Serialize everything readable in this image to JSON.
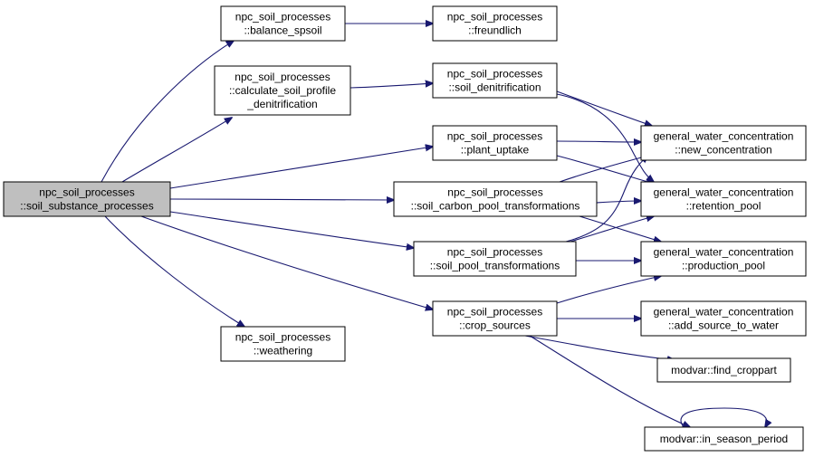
{
  "graph": {
    "colors": {
      "edge": "#191970",
      "root_fill": "#bfbfbf",
      "node_fill": "#ffffff",
      "border": "#000000"
    },
    "nodes": {
      "root": {
        "lines": [
          "npc_soil_processes",
          "::soil_substance_processes"
        ]
      },
      "balance_spsoil": {
        "lines": [
          "npc_soil_processes",
          "::balance_spsoil"
        ]
      },
      "freundlich": {
        "lines": [
          "npc_soil_processes",
          "::freundlich"
        ]
      },
      "calc_denit": {
        "lines": [
          "npc_soil_processes",
          "::calculate_soil_profile",
          "_denitrification"
        ]
      },
      "soil_denit": {
        "lines": [
          "npc_soil_processes",
          "::soil_denitrification"
        ]
      },
      "plant_uptake": {
        "lines": [
          "npc_soil_processes",
          "::plant_uptake"
        ]
      },
      "carbon_pool": {
        "lines": [
          "npc_soil_processes",
          "::soil_carbon_pool_transformations"
        ]
      },
      "pool_trans": {
        "lines": [
          "npc_soil_processes",
          "::soil_pool_transformations"
        ]
      },
      "crop_sources": {
        "lines": [
          "npc_soil_processes",
          "::crop_sources"
        ]
      },
      "weathering": {
        "lines": [
          "npc_soil_processes",
          "::weathering"
        ]
      },
      "new_conc": {
        "lines": [
          "general_water_concentration",
          "::new_concentration"
        ]
      },
      "retention_pool": {
        "lines": [
          "general_water_concentration",
          "::retention_pool"
        ]
      },
      "production_pool": {
        "lines": [
          "general_water_concentration",
          "::production_pool"
        ]
      },
      "add_source": {
        "lines": [
          "general_water_concentration",
          "::add_source_to_water"
        ]
      },
      "find_croppart": {
        "lines": [
          "modvar::find_croppart"
        ]
      },
      "in_season": {
        "lines": [
          "modvar::in_season_period"
        ]
      }
    },
    "edges": [
      [
        "root",
        "balance_spsoil"
      ],
      [
        "root",
        "calc_denit"
      ],
      [
        "root",
        "plant_uptake"
      ],
      [
        "root",
        "carbon_pool"
      ],
      [
        "root",
        "pool_trans"
      ],
      [
        "root",
        "crop_sources"
      ],
      [
        "root",
        "weathering"
      ],
      [
        "balance_spsoil",
        "freundlich"
      ],
      [
        "calc_denit",
        "soil_denit"
      ],
      [
        "soil_denit",
        "new_conc"
      ],
      [
        "soil_denit",
        "retention_pool"
      ],
      [
        "plant_uptake",
        "new_conc"
      ],
      [
        "plant_uptake",
        "retention_pool"
      ],
      [
        "carbon_pool",
        "new_conc"
      ],
      [
        "carbon_pool",
        "retention_pool"
      ],
      [
        "carbon_pool",
        "production_pool"
      ],
      [
        "pool_trans",
        "new_conc"
      ],
      [
        "pool_trans",
        "retention_pool"
      ],
      [
        "pool_trans",
        "production_pool"
      ],
      [
        "crop_sources",
        "production_pool"
      ],
      [
        "crop_sources",
        "add_source"
      ],
      [
        "crop_sources",
        "find_croppart"
      ],
      [
        "crop_sources",
        "in_season"
      ],
      [
        "in_season",
        "in_season"
      ]
    ]
  }
}
